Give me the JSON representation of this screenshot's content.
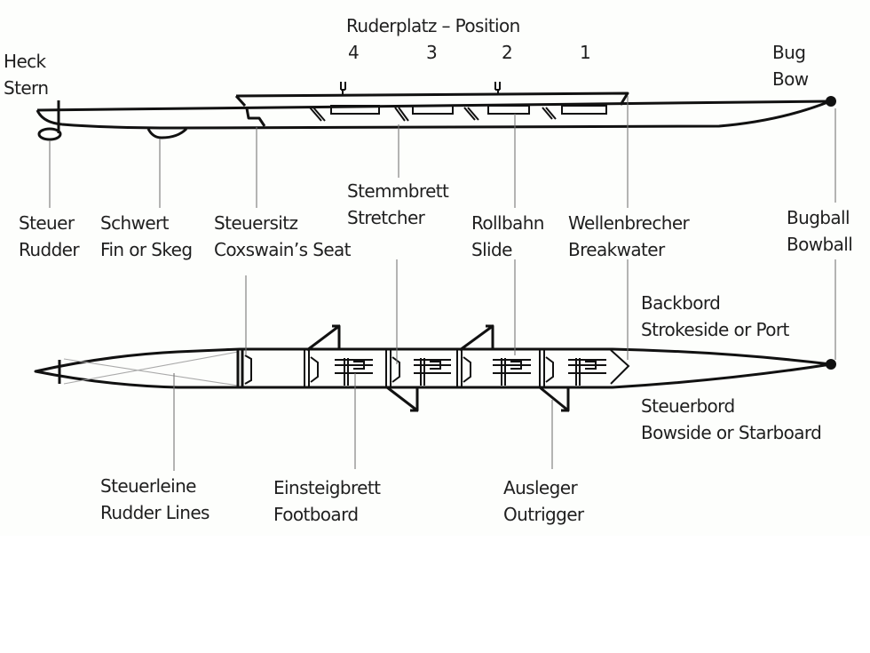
{
  "diagram": {
    "title": "Ruderplatz – Position",
    "positions": [
      "4",
      "3",
      "2",
      "1"
    ],
    "side_view_labels": {
      "stern": {
        "de": "Heck",
        "en": "Stern"
      },
      "bow": {
        "de": "Bug",
        "en": "Bow"
      },
      "rudder": {
        "de": "Steuer",
        "en": "Rudder"
      },
      "fin": {
        "de": "Schwert",
        "en": "Fin or Skeg"
      },
      "cox_seat": {
        "de": "Steuersitz",
        "en": "Coxswain’s Seat"
      },
      "stretcher": {
        "de": "Stemmbrett",
        "en": "Stretcher"
      },
      "slide": {
        "de": "Rollbahn",
        "en": "Slide"
      },
      "breakwater": {
        "de": "Wellenbrecher",
        "en": "Breakwater"
      },
      "bowball": {
        "de": "Bugball",
        "en": "Bowball"
      }
    },
    "top_view_labels": {
      "port": {
        "de": "Backbord",
        "en": "Strokeside or Port"
      },
      "starboard": {
        "de": "Steuerbord",
        "en": "Bowside or Starboard"
      },
      "rudder_lines": {
        "de": "Steuerleine",
        "en": "Rudder Lines"
      },
      "footboard": {
        "de": "Einsteigbrett",
        "en": "Footboard"
      },
      "outrigger": {
        "de": "Ausleger",
        "en": "Outrigger"
      }
    }
  }
}
